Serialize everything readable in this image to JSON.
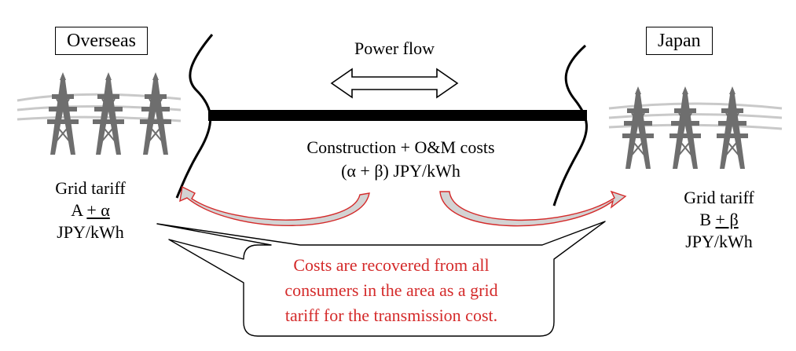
{
  "regions": {
    "overseas": "Overseas",
    "japan": "Japan"
  },
  "power_flow_label": "Power flow",
  "costs": {
    "line1": "Construction + O&M costs",
    "line2": "(α + β) JPY/kWh"
  },
  "tariffs": {
    "overseas": {
      "line1": "Grid tariff",
      "prefix": "A ",
      "addend": "+ α",
      "unit": "JPY/kWh"
    },
    "japan": {
      "line1": "Grid tariff",
      "prefix": "B ",
      "addend": "+ β",
      "unit": "JPY/kWh"
    }
  },
  "callout": {
    "line1": "Costs are recovered from all",
    "line2": "consumers in the area as a grid",
    "line3": "tariff for the transmission cost."
  },
  "colors": {
    "accent_red": "#d42a2a",
    "tower": "#6e6e6e",
    "wire": "#c9c9c9"
  }
}
